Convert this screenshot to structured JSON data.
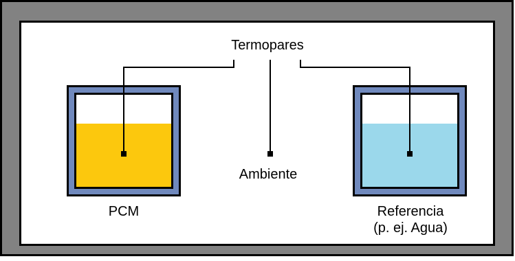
{
  "labels": {
    "thermocouples": "Termopares",
    "ambient": "Ambiente",
    "pcm": "PCM",
    "reference_line1": "Referencia",
    "reference_line2": "(p. ej. Agua)"
  },
  "colors": {
    "frame_outer": "#828282",
    "frame_border": "#000000",
    "inner_panel": "#ffffff",
    "container_wall": "#7089bd",
    "pcm_liquid": "#fcc80d",
    "reference_liquid": "#9bd8eb",
    "wire": "#000000"
  }
}
